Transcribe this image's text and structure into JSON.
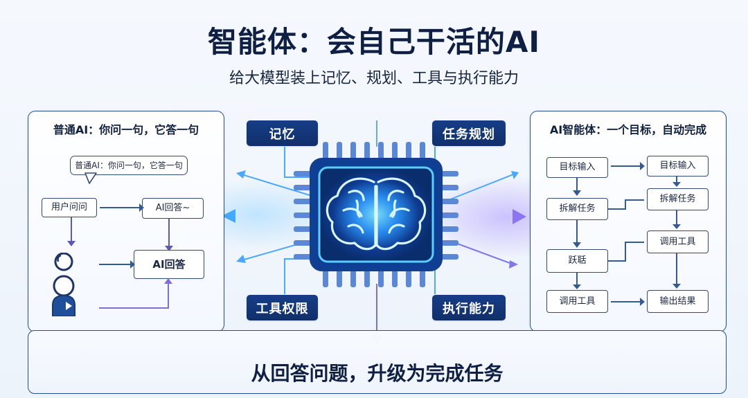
{
  "title": "智能体：会自己干活的AI",
  "subtitle": "给大模型装上记忆、规划、工具与执行能力",
  "left_panel": {
    "title": "普通AI：你问一句，它答一句",
    "bubble_text": "普通AI：你问一句，它答一句",
    "user_question": "用户问问",
    "ai_answer_top": "AI回答~",
    "ai_answer_bottom": "AI回答"
  },
  "center": {
    "tags": [
      {
        "label": "记忆"
      },
      {
        "label": "任务规划"
      },
      {
        "label": "工具权限"
      },
      {
        "label": "执行能力"
      }
    ]
  },
  "right_panel": {
    "title": "AI智能体：一个目标，自动完成",
    "left_column": [
      {
        "label": "目标输入"
      },
      {
        "label": "拆解任务"
      },
      {
        "label": "跃聒"
      },
      {
        "label": "调用工具"
      }
    ],
    "right_column": [
      {
        "label": "目标输入"
      },
      {
        "label": "拆解任务"
      },
      {
        "label": "调用工具"
      },
      {
        "label": "输出结果"
      }
    ]
  },
  "bottom_banner": "从回答问题，升级为完成任务",
  "colors": {
    "navy": "#10306b",
    "line": "#304a73",
    "accent_blue": "#2ea6ff",
    "accent_purple": "#7f79e8"
  },
  "icons": {
    "user": "user-icon",
    "chip": "ai-chip-icon",
    "brain": "brain-icon"
  }
}
